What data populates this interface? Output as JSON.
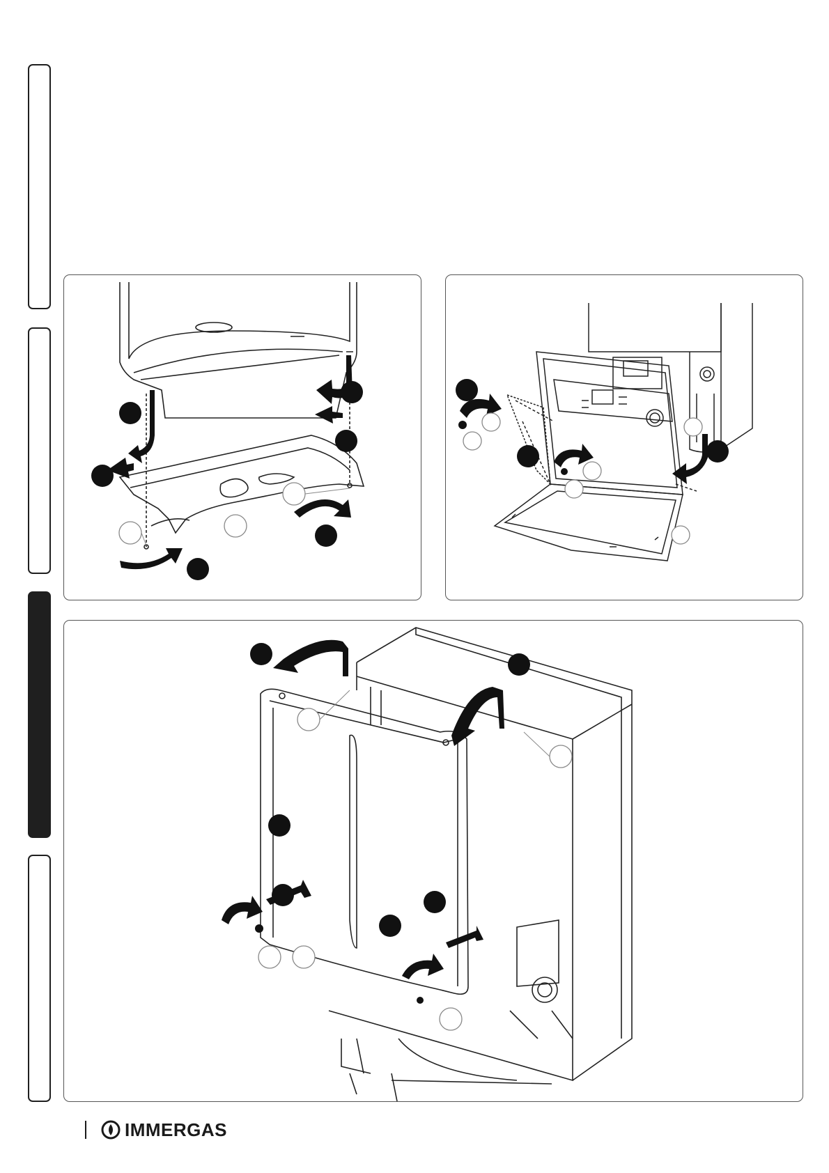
{
  "side_tabs": [
    {
      "name": "tab-1",
      "active": false
    },
    {
      "name": "tab-2",
      "active": false
    },
    {
      "name": "tab-3",
      "active": true
    },
    {
      "name": "tab-4",
      "active": false
    }
  ],
  "figures": [
    {
      "name": "figure-bottom-cover-removal",
      "callout_count": 11
    },
    {
      "name": "figure-control-panel-opening",
      "callout_count": 11
    },
    {
      "name": "figure-front-casing-removal",
      "callout_count": 12
    }
  ],
  "footer": {
    "brand": "IMMERGAS"
  }
}
